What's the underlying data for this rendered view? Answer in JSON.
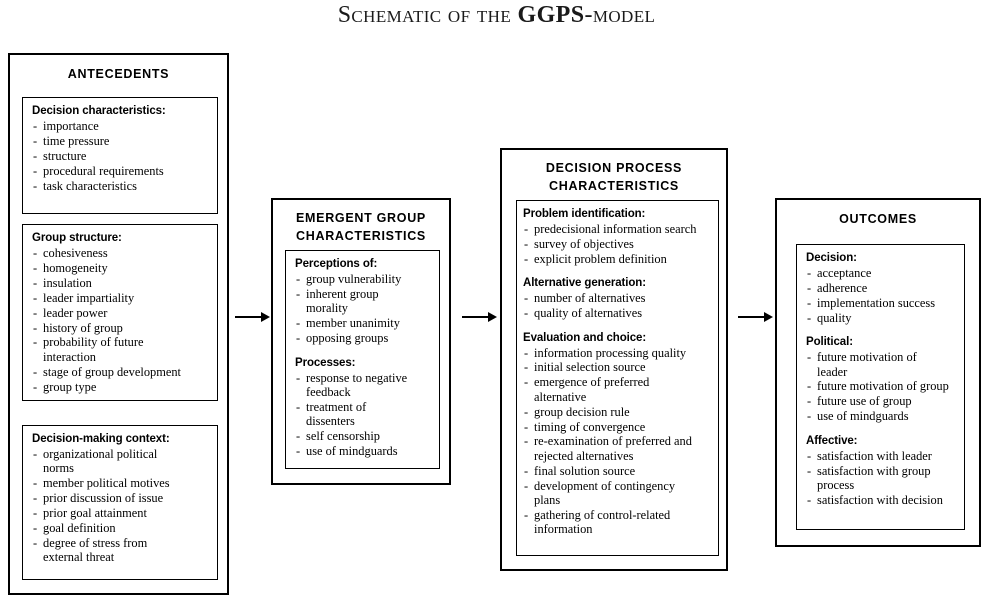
{
  "title": {
    "prefix": "Schematic of the ",
    "bold": "GGPS",
    "suffix": "-model",
    "full": "Schematic of the GGPS-model"
  },
  "columns": [
    {
      "id": "antecedents",
      "title": "ANTECEDENTS",
      "groups": [
        {
          "heading": "Decision characteristics:",
          "items": [
            "importance",
            "time pressure",
            "structure",
            "procedural requirements",
            "task characteristics"
          ]
        },
        {
          "heading": "Group structure:",
          "items": [
            "cohesiveness",
            "homogeneity",
            "insulation",
            "leader impartiality",
            "leader power",
            "history of group",
            "probability of future\ninteraction",
            "stage of group development",
            "group type"
          ]
        },
        {
          "heading": "Decision-making context:",
          "items": [
            "organizational political\nnorms",
            "member political motives",
            "prior discussion of issue",
            "prior goal attainment",
            "goal definition",
            "degree of stress from\nexternal threat"
          ]
        }
      ]
    },
    {
      "id": "emergent-group-characteristics",
      "title_line1": "EMERGENT GROUP",
      "title_line2": "CHARACTERISTICS",
      "groups": [
        {
          "heading": "Perceptions of:",
          "items": [
            "group vulnerability",
            "inherent group\nmorality",
            "member unanimity",
            "opposing groups"
          ]
        },
        {
          "heading": "Processes:",
          "items": [
            "response to negative\nfeedback",
            "treatment of\ndissenters",
            "self censorship",
            "use of mindguards"
          ]
        }
      ]
    },
    {
      "id": "decision-process-characteristics",
      "title_line1": "DECISION PROCESS",
      "title_line2": "CHARACTERISTICS",
      "groups": [
        {
          "heading": "Problem identification:",
          "items": [
            "predecisional information search",
            "survey of objectives",
            "explicit problem definition"
          ]
        },
        {
          "heading": "Alternative generation:",
          "items": [
            "number of alternatives",
            "quality of alternatives"
          ]
        },
        {
          "heading": "Evaluation and choice:",
          "items": [
            "information processing quality",
            "initial selection source",
            "emergence of preferred\nalternative",
            "group decision rule",
            "timing of convergence",
            "re-examination of preferred and\nrejected alternatives",
            "final solution source",
            "development of contingency\nplans",
            "gathering of control-related\ninformation"
          ]
        }
      ]
    },
    {
      "id": "outcomes",
      "title": "OUTCOMES",
      "groups": [
        {
          "heading": "Decision:",
          "items": [
            "acceptance",
            "adherence",
            "implementation success",
            "quality"
          ]
        },
        {
          "heading": "Political:",
          "items": [
            "future motivation of\nleader",
            "future motivation of group",
            "future use of group",
            "use of mindguards"
          ]
        },
        {
          "heading": "Affective:",
          "items": [
            "satisfaction with leader",
            "satisfaction with group\nprocess",
            "satisfaction with decision"
          ]
        }
      ]
    }
  ],
  "arrows": [
    {
      "name": "arrow-antecedents-to-emergent"
    },
    {
      "name": "arrow-emergent-to-decision-process"
    },
    {
      "name": "arrow-decision-process-to-outcomes"
    }
  ],
  "colors": {
    "stroke": "#000000",
    "background": "#ffffff",
    "title": "#1a1a1a"
  }
}
